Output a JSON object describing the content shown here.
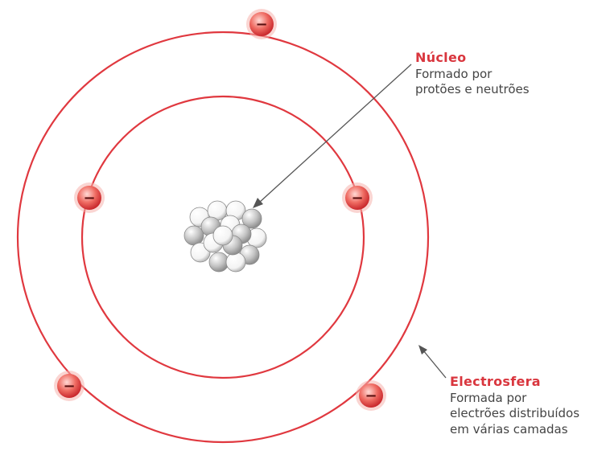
{
  "labels": {
    "nucleus": {
      "title": "Núcleo",
      "lines": [
        "Formado por",
        "protões e neutrões"
      ]
    },
    "electrosphere": {
      "title": "Electrosfera",
      "lines": [
        "Formada por",
        "electrões distribuídos",
        "em várias camadas"
      ]
    }
  },
  "electron_symbol": "−",
  "colors": {
    "orbit": "#e0383f",
    "label_accent": "#d9363e",
    "text": "#444444",
    "electron_fill": "#e8473f",
    "electron_glow": "#f6a7a2",
    "proton_fill": "#c6c6c6",
    "neutron_fill": "#ffffff",
    "arrow": "#555555"
  }
}
